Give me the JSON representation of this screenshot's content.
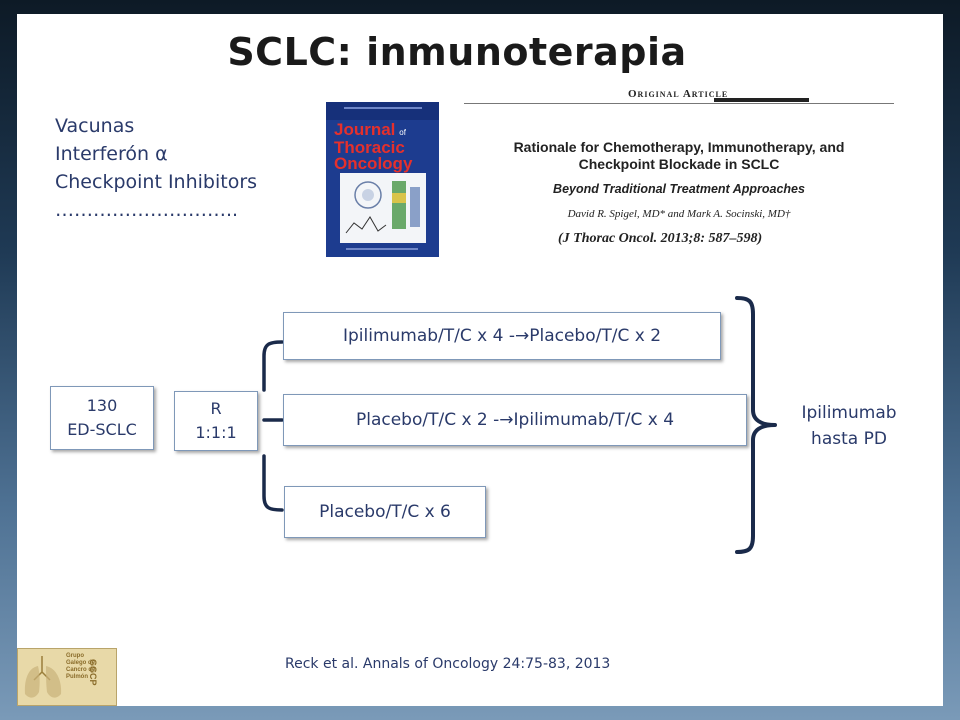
{
  "title": "SCLC: inmunoterapia",
  "bullets": [
    "Vacunas",
    "Interferón α",
    "Checkpoint Inhibitors",
    "……………………….."
  ],
  "journal_cover": {
    "line1": "Journal",
    "line1_suffix": "of",
    "line2": "Thoracic",
    "line3": "Oncology"
  },
  "article": {
    "section": "Original Article",
    "title_line1": "Rationale for Chemotherapy, Immunotherapy, and",
    "title_line2": "Checkpoint Blockade in SCLC",
    "subtitle": "Beyond Traditional Treatment Approaches",
    "authors": "David R. Spigel, MD* and Mark A. Socinski, MD†",
    "citation": "(J Thorac Oncol. 2013;8: 587–598)"
  },
  "diagram": {
    "population": {
      "line1": "130",
      "line2": "ED-SCLC"
    },
    "randomization": {
      "line1": "R",
      "line2": "1:1:1"
    },
    "arms": [
      {
        "before": "Ipilimumab/T/C x 4 -",
        "after": "Placebo/T/C x 2"
      },
      {
        "before": "Placebo/T/C x 2 -",
        "after": "Ipilimumab/T/C x 4"
      },
      {
        "before": "Placebo/T/C x 6",
        "after": ""
      }
    ],
    "arrow_glyph": "→",
    "outcome": {
      "line1": "Ipilimumab",
      "line2": "hasta PD"
    }
  },
  "reference": "Reck et al. Annals  of Oncology 24:75-83, 2013",
  "logo": {
    "text": "Grupo Galego de Cancro de Pulmón",
    "side": "GGCP"
  },
  "colors": {
    "text": "#2a3a6a",
    "box_border": "#7f98b8",
    "connector": "#1a2a4a",
    "cover": "#1d3c8f"
  }
}
